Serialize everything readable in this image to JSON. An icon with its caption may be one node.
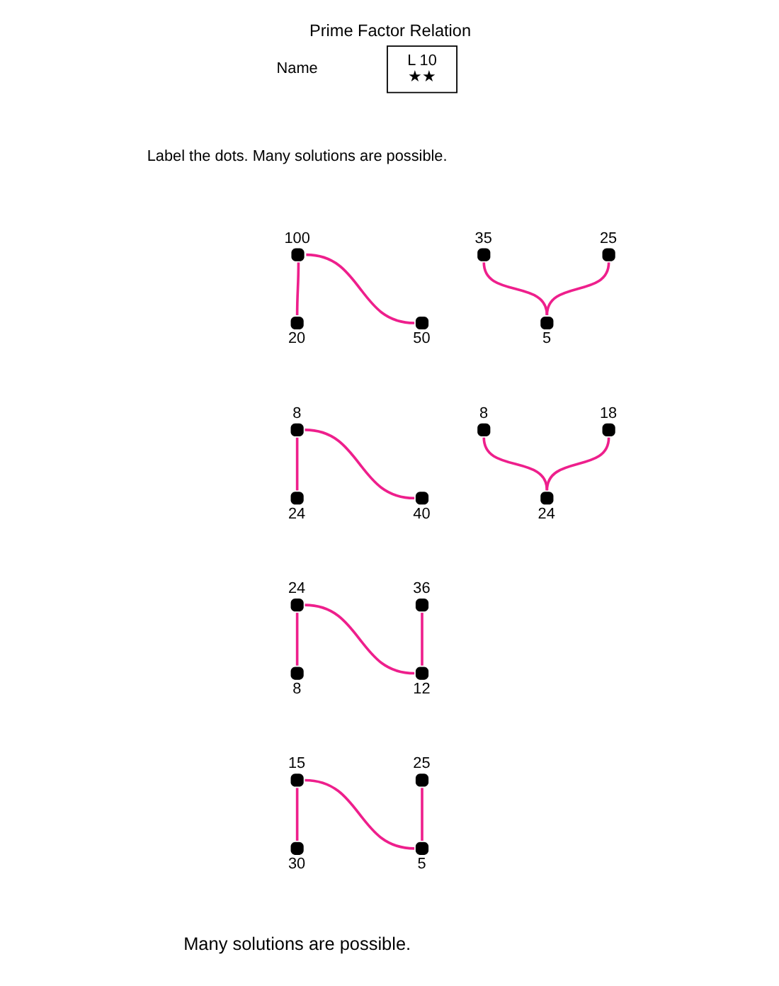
{
  "diagram": {
    "title": "Prime Factor Relation",
    "caption": "Many solutions are possible.",
    "nodes": [
      {
        "text": [
          "L 10",
          "★★"
        ]
      },
      {
        "text": [],
        "shape": "circle",
        "beside": [
          "100"
        ]
      },
      {
        "text": [],
        "shape": "circle",
        "beside": [
          "20"
        ]
      },
      {
        "text": [],
        "shape": "circle",
        "beside": [
          "50"
        ]
      },
      {
        "text": [],
        "shape": "circle",
        "beside": [
          "35"
        ]
      },
      {
        "text": [],
        "shape": "circle",
        "beside": [
          "5"
        ]
      },
      {
        "text": [],
        "shape": "circle",
        "beside": [
          "25"
        ]
      },
      {
        "text": [],
        "shape": "circle",
        "beside": [
          "8"
        ]
      },
      {
        "text": [],
        "shape": "circle",
        "beside": [
          "24"
        ]
      },
      {
        "text": [],
        "shape": "circle",
        "beside": [
          "40"
        ]
      },
      {
        "text": [],
        "shape": "circle",
        "beside": [
          "8"
        ]
      },
      {
        "text": [],
        "shape": "circle",
        "beside": [
          "24"
        ]
      },
      {
        "text": [],
        "shape": "circle",
        "beside": [
          "18"
        ]
      },
      {
        "text": [],
        "shape": "circle",
        "beside": [
          "8"
        ]
      },
      {
        "text": [],
        "shape": "circle",
        "beside": [
          "24"
        ]
      },
      {
        "text": [],
        "shape": "circle",
        "beside": [
          "12"
        ]
      },
      {
        "text": [],
        "shape": "circle",
        "beside": [
          "36"
        ]
      },
      {
        "text": [],
        "shape": "circle",
        "beside": [
          "30"
        ]
      },
      {
        "text": [],
        "shape": "circle",
        "beside": [
          "15"
        ]
      },
      {
        "text": [],
        "shape": "circle",
        "beside": [
          "5"
        ]
      },
      {
        "text": [],
        "shape": "circle",
        "beside": [
          "25"
        ]
      }
    ],
    "edges": [
      {
        "from": 1,
        "to": 2,
        "arrow": "none"
      },
      {
        "from": 1,
        "to": 3,
        "arrow": "none"
      },
      {
        "from": 4,
        "to": 5,
        "arrow": "none"
      },
      {
        "from": 6,
        "to": 5,
        "arrow": "none"
      },
      {
        "from": 7,
        "to": 8,
        "arrow": "none"
      },
      {
        "from": 7,
        "to": 9,
        "arrow": "none"
      },
      {
        "from": 10,
        "to": 11,
        "arrow": "none"
      },
      {
        "from": 12,
        "to": 11,
        "arrow": "none"
      },
      {
        "from": 14,
        "to": 13,
        "arrow": "none"
      },
      {
        "from": 14,
        "to": 15,
        "arrow": "none"
      },
      {
        "from": 16,
        "to": 15,
        "arrow": "none"
      },
      {
        "from": 18,
        "to": 17,
        "arrow": "none"
      },
      {
        "from": 18,
        "to": 19,
        "arrow": "none"
      },
      {
        "from": 20,
        "to": 19,
        "arrow": "none"
      }
    ],
    "labels": [
      "Name",
      "Label the dots. Many solutions are possible."
    ]
  }
}
